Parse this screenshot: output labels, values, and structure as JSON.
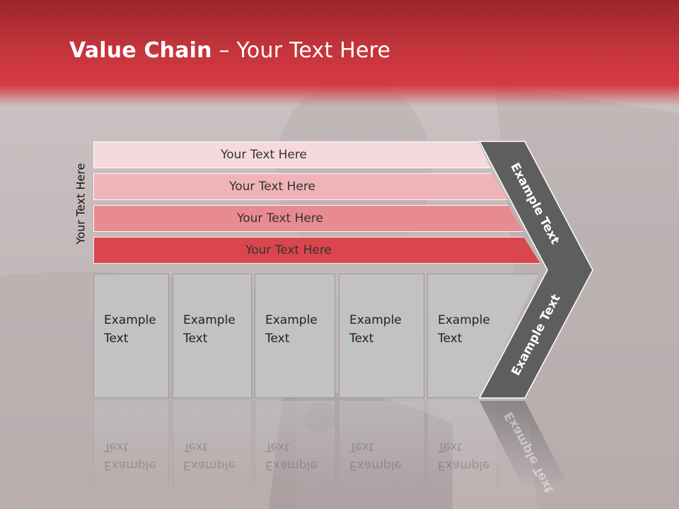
{
  "slide": {
    "title_bold": "Value Chain",
    "title_rest": " – Your Text Here",
    "vertical_label": "Your Text Here",
    "rows": [
      {
        "label": "Your Text Here",
        "color": "#f6d9dc"
      },
      {
        "label": "Your Text Here",
        "color": "#efb3b8"
      },
      {
        "label": "Your Text Here",
        "color": "#e88b91"
      },
      {
        "label": "Your Text Here",
        "color": "#d9464e"
      }
    ],
    "columns": [
      {
        "line1": "Example",
        "line2": "Text"
      },
      {
        "line1": "Example",
        "line2": "Text"
      },
      {
        "line1": "Example",
        "line2": "Text"
      },
      {
        "line1": "Example",
        "line2": "Text"
      },
      {
        "line1": "Example",
        "line2": "Text"
      }
    ],
    "chevron_top_label": "Example Text",
    "chevron_bottom_label": "Example Text",
    "chevron_color": "#5e5e5e"
  }
}
